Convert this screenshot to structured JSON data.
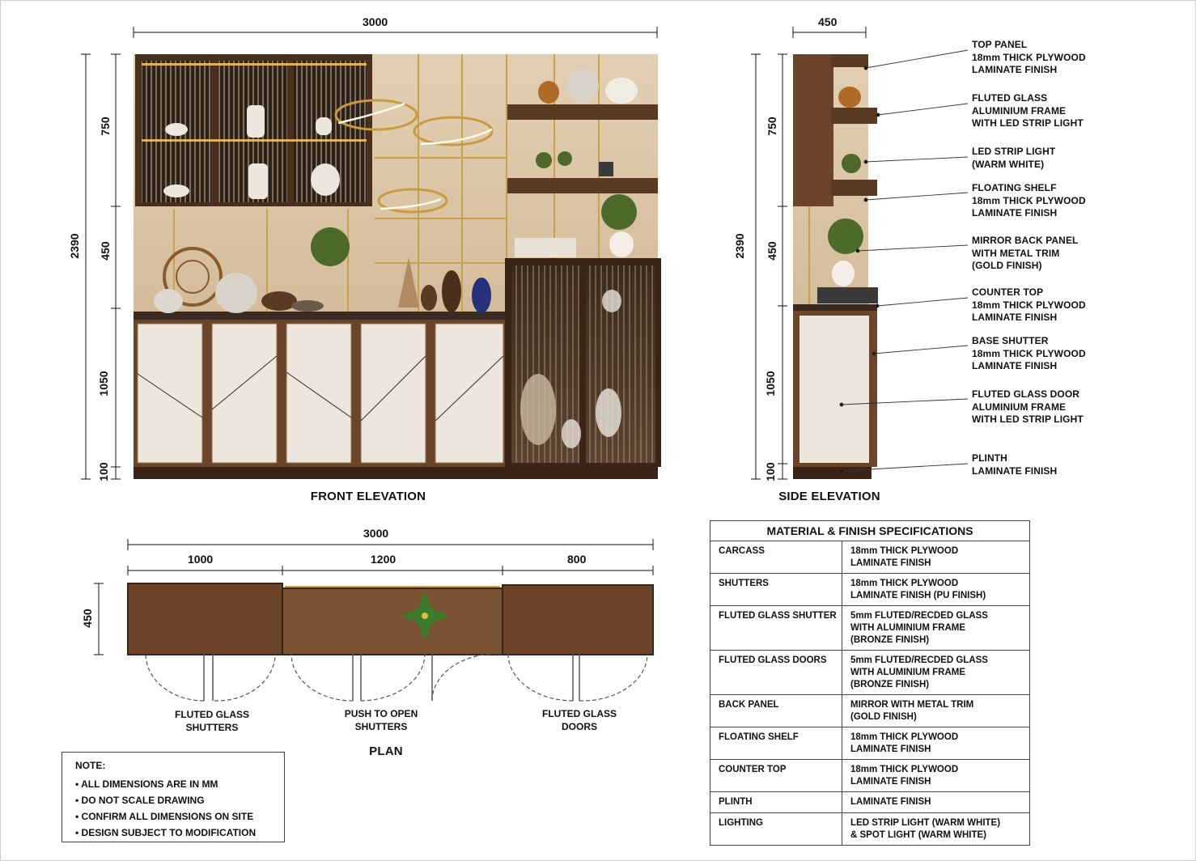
{
  "front": {
    "title": "FRONT ELEVATION",
    "width": "3000",
    "height": "2390",
    "segments": [
      "750",
      "450",
      "1050",
      "100"
    ]
  },
  "side": {
    "title": "SIDE ELEVATION",
    "width": "450",
    "height": "2390",
    "segments": [
      "750",
      "450",
      "1050",
      "100"
    ],
    "callouts": [
      "TOP PANEL\n18mm THICK PLYWOOD\nLAMINATE FINISH",
      "FLUTED GLASS\nALUMINIUM FRAME\nWITH LED STRIP LIGHT",
      "LED STRIP LIGHT\n(WARM WHITE)",
      "FLOATING SHELF\n18mm THICK PLYWOOD\nLAMINATE FINISH",
      "MIRROR BACK PANEL\nWITH METAL TRIM\n(GOLD FINISH)",
      "COUNTER TOP\n18mm THICK PLYWOOD\nLAMINATE FINISH",
      "BASE SHUTTER\n18mm THICK PLYWOOD\nLAMINATE FINISH",
      "FLUTED GLASS DOOR\nALUMINIUM FRAME\nWITH LED STRIP LIGHT",
      "PLINTH\nLAMINATE FINISH"
    ]
  },
  "plan": {
    "title": "PLAN",
    "total_width": "3000",
    "depth": "450",
    "segments": [
      "1000",
      "1200",
      "800"
    ],
    "labels": [
      "FLUTED GLASS\nSHUTTERS",
      "PUSH TO OPEN\nSHUTTERS",
      "FLUTED GLASS\nDOORS"
    ]
  },
  "notes": {
    "heading": "NOTE:",
    "items": [
      "ALL DIMENSIONS ARE IN MM",
      "DO NOT SCALE DRAWING",
      "CONFIRM ALL DIMENSIONS ON SITE",
      "DESIGN SUBJECT TO MODIFICATION"
    ]
  },
  "specs": {
    "title": "MATERIAL & FINISH SPECIFICATIONS",
    "rows": [
      {
        "item": "CARCASS",
        "spec": "18mm THICK PLYWOOD\nLAMINATE FINISH"
      },
      {
        "item": "SHUTTERS",
        "spec": "18mm THICK PLYWOOD\nLAMINATE FINISH (PU FINISH)"
      },
      {
        "item": "FLUTED GLASS SHUTTER",
        "spec": "5mm FLUTED/RECDED GLASS\nWITH ALUMINIUM FRAME\n(BRONZE FINISH)"
      },
      {
        "item": "FLUTED GLASS DOORS",
        "spec": "5mm FLUTED/RECDED GLASS\nWITH ALUMINIUM FRAME\n(BRONZE FINISH)"
      },
      {
        "item": "BACK PANEL",
        "spec": "MIRROR WITH METAL TRIM\n(GOLD FINISH)"
      },
      {
        "item": "FLOATING SHELF",
        "spec": "18mm THICK PLYWOOD\nLAMINATE FINISH"
      },
      {
        "item": "COUNTER TOP",
        "spec": "18mm THICK PLYWOOD\nLAMINATE FINISH"
      },
      {
        "item": "PLINTH",
        "spec": "LAMINATE FINISH"
      },
      {
        "item": "LIGHTING",
        "spec": "LED STRIP LIGHT (WARM WHITE)\n& SPOT LIGHT (WARM WHITE)"
      }
    ]
  },
  "colors": {
    "wood_dark": "#4a2f1c",
    "wood_mid": "#6b4429",
    "shutter_white": "#ece6dc",
    "back_beige": "#d8c3a5",
    "gold": "#c9a14a",
    "glow": "#f0c060"
  }
}
